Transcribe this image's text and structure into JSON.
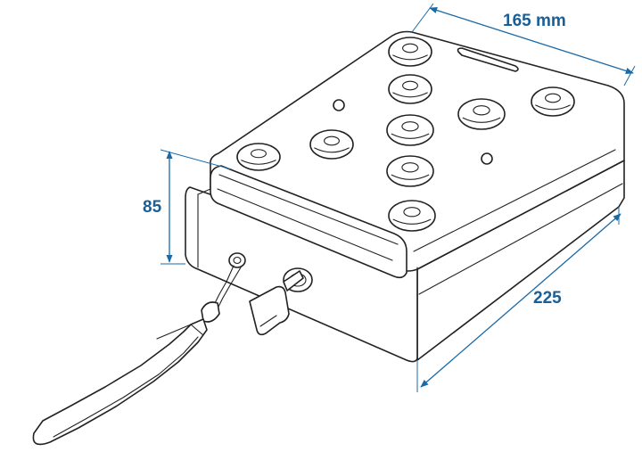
{
  "dimensions": {
    "width": "165 mm",
    "height": "85",
    "length": "225"
  },
  "colors": {
    "dimension": "#1a5e96",
    "outline": "#222222",
    "background": "#ffffff"
  }
}
